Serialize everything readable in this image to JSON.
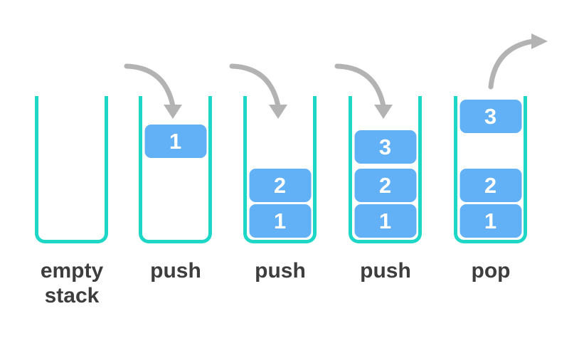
{
  "diagram": {
    "description": "stack operations",
    "colors": {
      "stack_border": "#1dd6c6",
      "block_fill": "#62b0f6",
      "block_text": "#ffffff",
      "arrow": "#b3b3b3",
      "label_text": "#3d3d3d",
      "background": "#ffffff"
    },
    "stages": [
      {
        "label": "empty\nstack",
        "arrow": "none",
        "blocks": []
      },
      {
        "label": "push",
        "arrow": "push-down",
        "blocks": [
          {
            "value": "1",
            "slot": "enter"
          }
        ]
      },
      {
        "label": "push",
        "arrow": "push-down",
        "blocks": [
          {
            "value": "2",
            "slot": "mid"
          },
          {
            "value": "1",
            "slot": "bottom"
          }
        ]
      },
      {
        "label": "push",
        "arrow": "push-down",
        "blocks": [
          {
            "value": "3",
            "slot": "top"
          },
          {
            "value": "2",
            "slot": "mid"
          },
          {
            "value": "1",
            "slot": "bottom"
          }
        ]
      },
      {
        "label": "pop",
        "arrow": "pop-up",
        "blocks": [
          {
            "value": "3",
            "slot": "pop"
          },
          {
            "value": "2",
            "slot": "mid"
          },
          {
            "value": "1",
            "slot": "bottom"
          }
        ]
      }
    ]
  }
}
